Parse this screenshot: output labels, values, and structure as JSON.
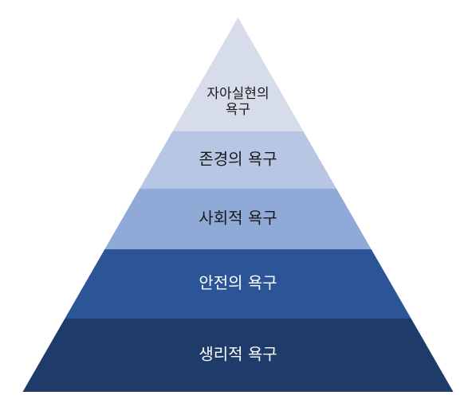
{
  "pyramid": {
    "levels": [
      {
        "label_lines": [
          "자아실현의",
          "욕구"
        ],
        "color": "#d6dcea",
        "text_color": "#1a1a1a"
      },
      {
        "label_lines": [
          "존경의 욕구"
        ],
        "color": "#b7c7e3",
        "text_color": "#1a1a1a"
      },
      {
        "label_lines": [
          "사회적 욕구"
        ],
        "color": "#8faad6",
        "text_color": "#1a1a1a"
      },
      {
        "label_lines": [
          "안전의 욕구"
        ],
        "color": "#2c5597",
        "text_color": "#ffffff"
      },
      {
        "label_lines": [
          "생리적 욕구"
        ],
        "color": "#1f3b6a",
        "text_color": "#ffffff"
      }
    ]
  }
}
